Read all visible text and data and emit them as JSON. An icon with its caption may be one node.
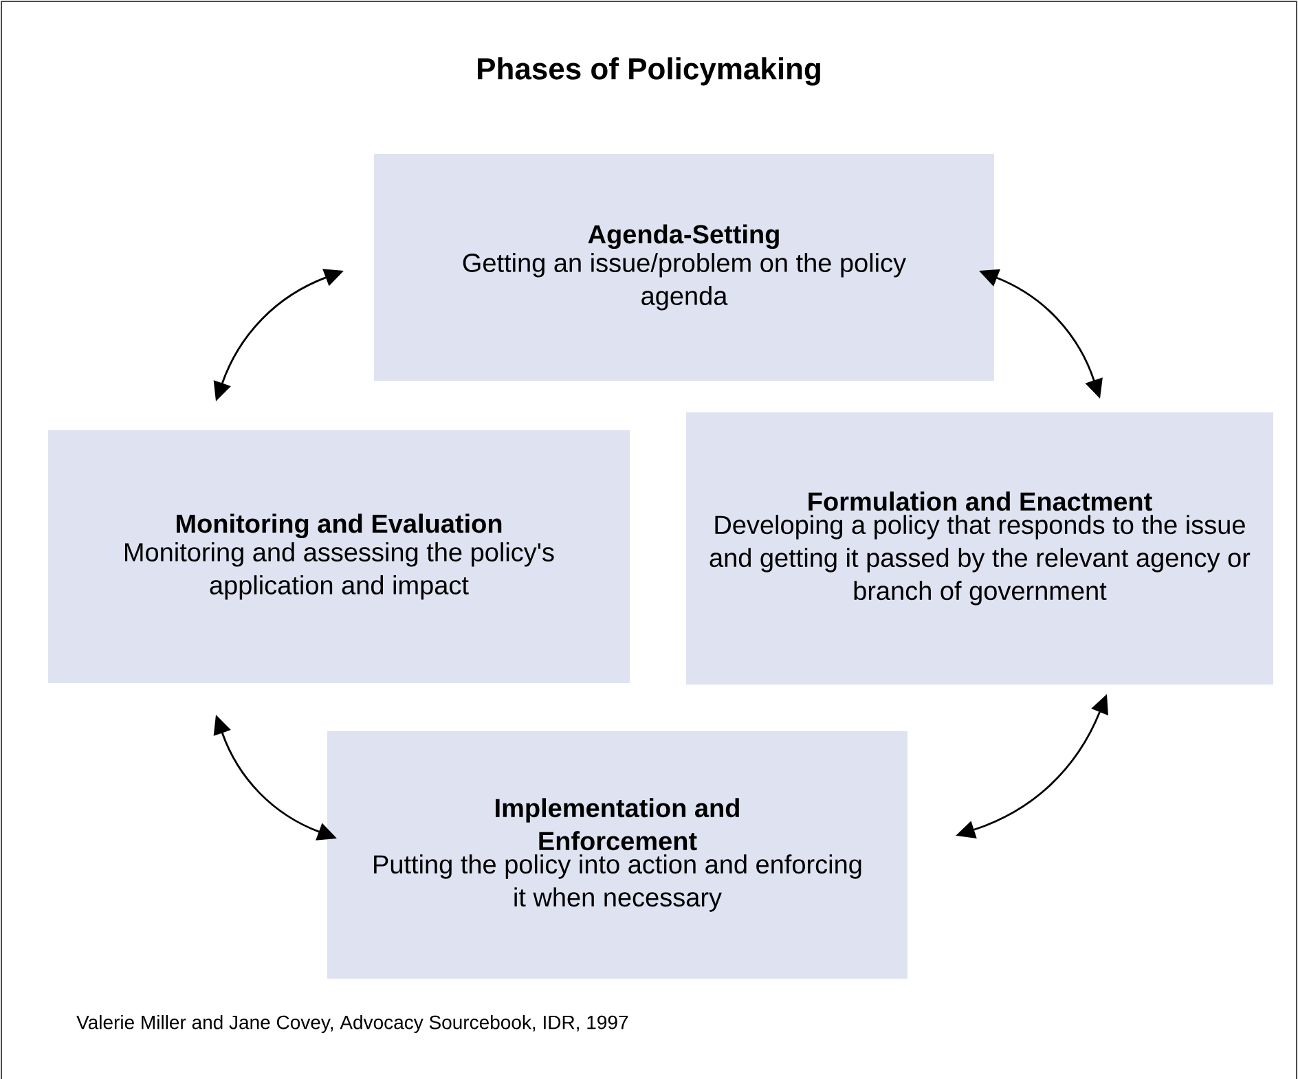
{
  "diagram": {
    "title": "Phases of Policymaking",
    "caption": "Valerie Miller and Jane Covey, Advocacy Sourcebook, IDR, 1997",
    "nodes": [
      {
        "text": [
          "Agenda-Setting",
          "Getting an issue/problem on the policy agenda"
        ]
      },
      {
        "text": [
          "Monitoring and Evaluation",
          "Monitoring and assessing the policy's application and impact"
        ]
      },
      {
        "text": [
          "Formulation and Enactment",
          "Developing a policy that responds to the issue and getting it passed by the relevant agency or branch of government"
        ]
      },
      {
        "text": [
          "Implementation and Enforcement",
          "Putting the policy into action and enforcing it when necessary"
        ]
      }
    ],
    "edges": [
      {
        "from": 0,
        "to": 1,
        "arrow": "both"
      },
      {
        "from": 0,
        "to": 2,
        "arrow": "both"
      },
      {
        "from": 1,
        "to": 3,
        "arrow": "both"
      },
      {
        "from": 2,
        "to": 3,
        "arrow": "both"
      }
    ]
  }
}
